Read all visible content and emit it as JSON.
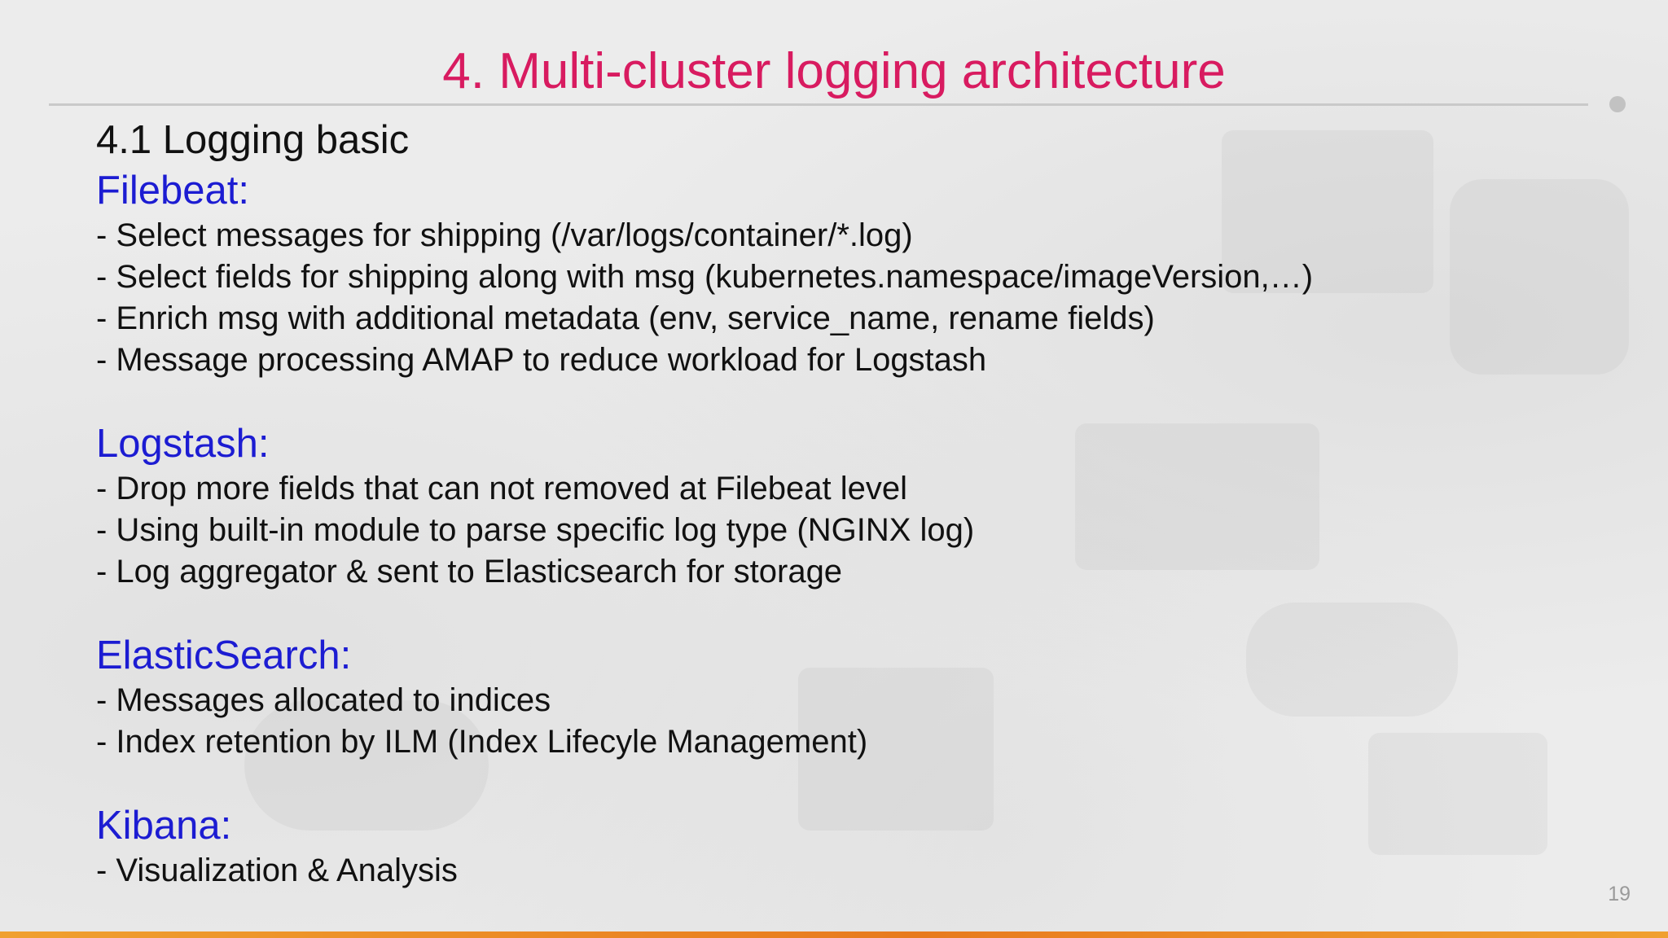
{
  "slide": {
    "title": "4. Multi-cluster logging architecture",
    "subtitle": "4.1 Logging basic",
    "page_number": "19",
    "colors": {
      "title": "#d81b60",
      "heading": "#1c1cd2",
      "bottom_bar": "#e87a1e"
    },
    "sections": [
      {
        "heading": "Filebeat:",
        "bullets": [
          "- Select messages for shipping (/var/logs/container/*.log)",
          "- Select fields for shipping along with msg (kubernetes.namespace/imageVersion,…)",
          "- Enrich msg with additional metadata (env, service_name, rename fields)",
          "- Message processing AMAP to reduce workload for Logstash"
        ]
      },
      {
        "heading": "Logstash:",
        "bullets": [
          "- Drop more fields that can not removed at Filebeat level",
          "- Using built-in module to parse specific log type (NGINX log)",
          "- Log aggregator & sent to Elasticsearch for storage"
        ]
      },
      {
        "heading": "ElasticSearch:",
        "bullets": [
          "- Messages allocated to indices",
          "- Index retention by ILM (Index Lifecyle Management)"
        ]
      },
      {
        "heading": "Kibana:",
        "bullets": [
          "- Visualization & Analysis"
        ]
      }
    ]
  }
}
